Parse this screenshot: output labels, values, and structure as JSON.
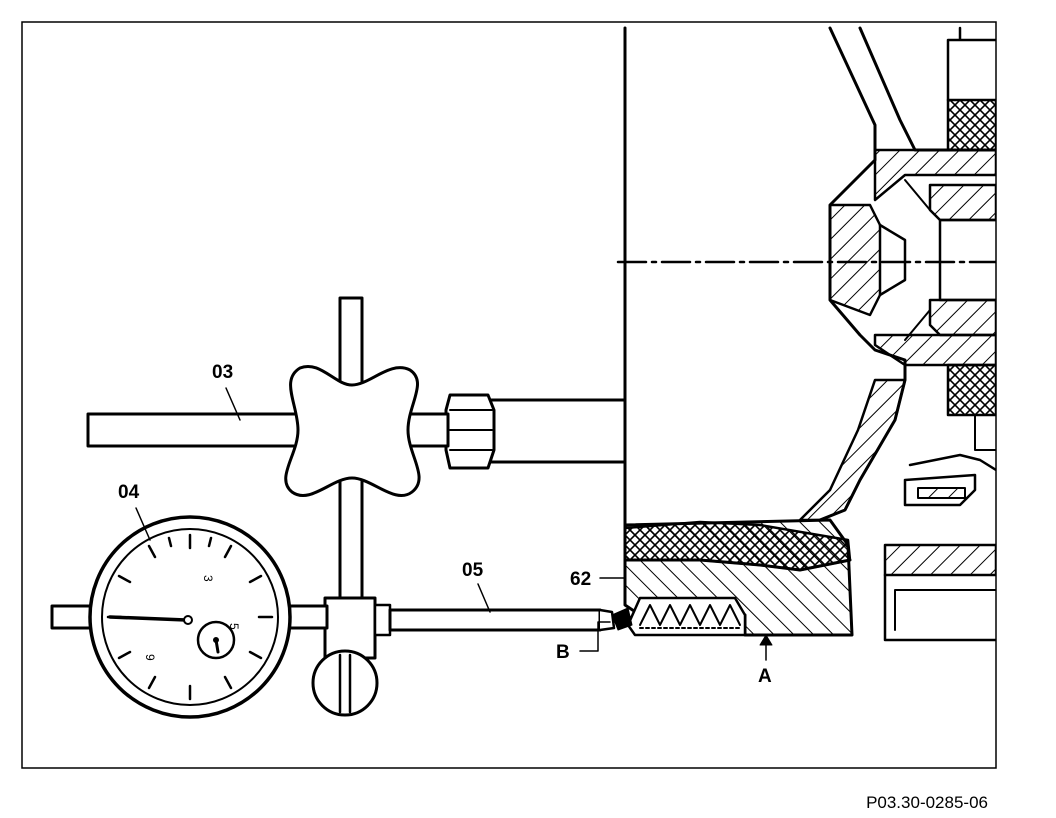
{
  "figure": {
    "reference_code": "P03.30-0285-06",
    "callouts": {
      "c03": "03",
      "c04": "04",
      "c05": "05",
      "c62": "62",
      "cA": "A",
      "cB": "B"
    },
    "dial_numbers": {
      "big_3": "3",
      "big_9": "9",
      "small_5": "5"
    }
  }
}
